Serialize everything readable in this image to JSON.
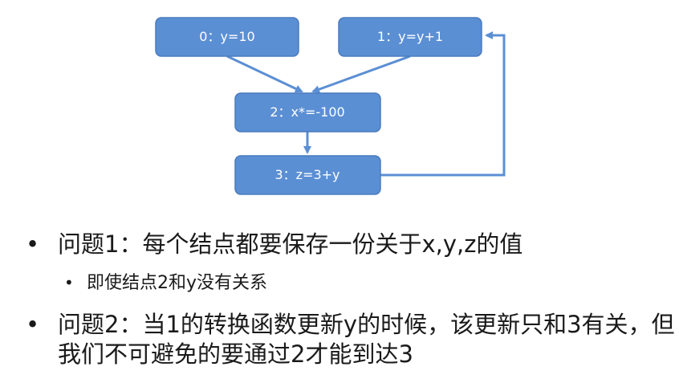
{
  "diagram": {
    "fill_color": "#5b8fd4",
    "stroke_color": "#4a7bbf",
    "arrow_color": "#5b8fd4",
    "nodes": {
      "n0": "0：y=10",
      "n1": "1：y=y+1",
      "n2": "2：x*=-100",
      "n3": "3：z=3+y"
    }
  },
  "bullets": {
    "marker": "•",
    "b1": "问题1：每个结点都要保存一份关于x,y,z的值",
    "b1_sub": "即使结点2和y没有关系",
    "b2": "问题2：当1的转换函数更新y的时候，该更新只和3有关，但我们不可避免的要通过2才能到达3"
  }
}
